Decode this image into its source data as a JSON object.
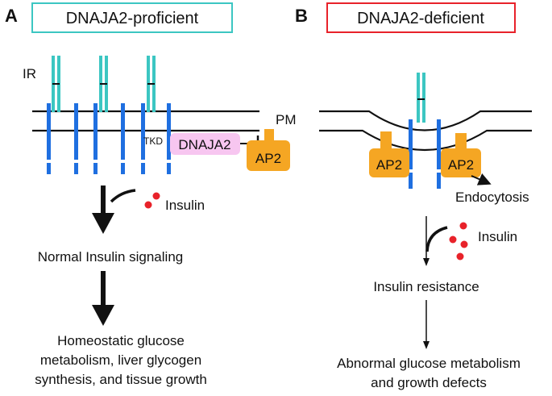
{
  "panel_a": {
    "letter": "A",
    "title": "DNAJA2-proficient",
    "receptor_label": "IR",
    "tkd_label": "TKD",
    "dnaja2_label": "DNAJA2",
    "ap2_label": "AP2",
    "insulin_label": "Insulin",
    "step1": "Normal Insulin signaling",
    "outcome_line1": "Homeostatic glucose",
    "outcome_line2": "metabolism, liver glycogen",
    "outcome_line3": "synthesis, and tissue growth"
  },
  "panel_b": {
    "letter": "B",
    "title": "DNAJA2-deficient",
    "membrane_label": "PM",
    "ap2_left_label": "AP2",
    "ap2_right_label": "AP2",
    "endocytosis_label": "Endocytosis",
    "insulin_label": "Insulin",
    "step1": "Insulin resistance",
    "outcome_line1": "Abnormal glucose metabolism",
    "outcome_line2": "and growth defects"
  },
  "colors": {
    "receptor_extracellular": "#3cc6c2",
    "receptor_transmembrane": "#1f6fe0",
    "ap2": "#f5a623",
    "dnaja2_box": "#f7c6f0",
    "insulin": "#e8222a",
    "title_box_a": "#3cc6c2",
    "title_box_b": "#e8222a"
  }
}
